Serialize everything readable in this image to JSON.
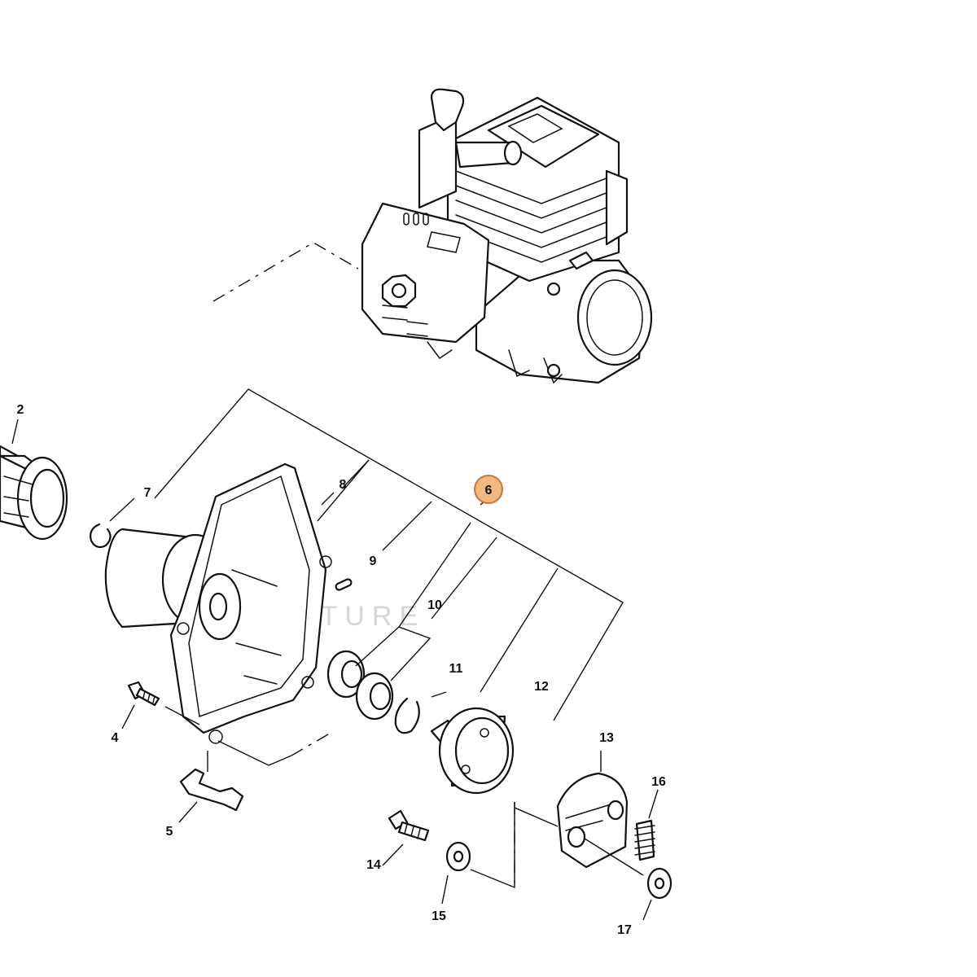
{
  "watermark": "EBOVENTURE",
  "highlight": {
    "label": "6",
    "fill": "#f2b882",
    "stroke": "#c9763a"
  },
  "callouts": {
    "c2": "2",
    "c4": "4",
    "c5": "5",
    "c7": "7",
    "c8": "8",
    "c9": "9",
    "c10": "10",
    "c11": "11",
    "c12": "12",
    "c13": "13",
    "c14": "14",
    "c15": "15",
    "c16": "16",
    "c17": "17"
  }
}
